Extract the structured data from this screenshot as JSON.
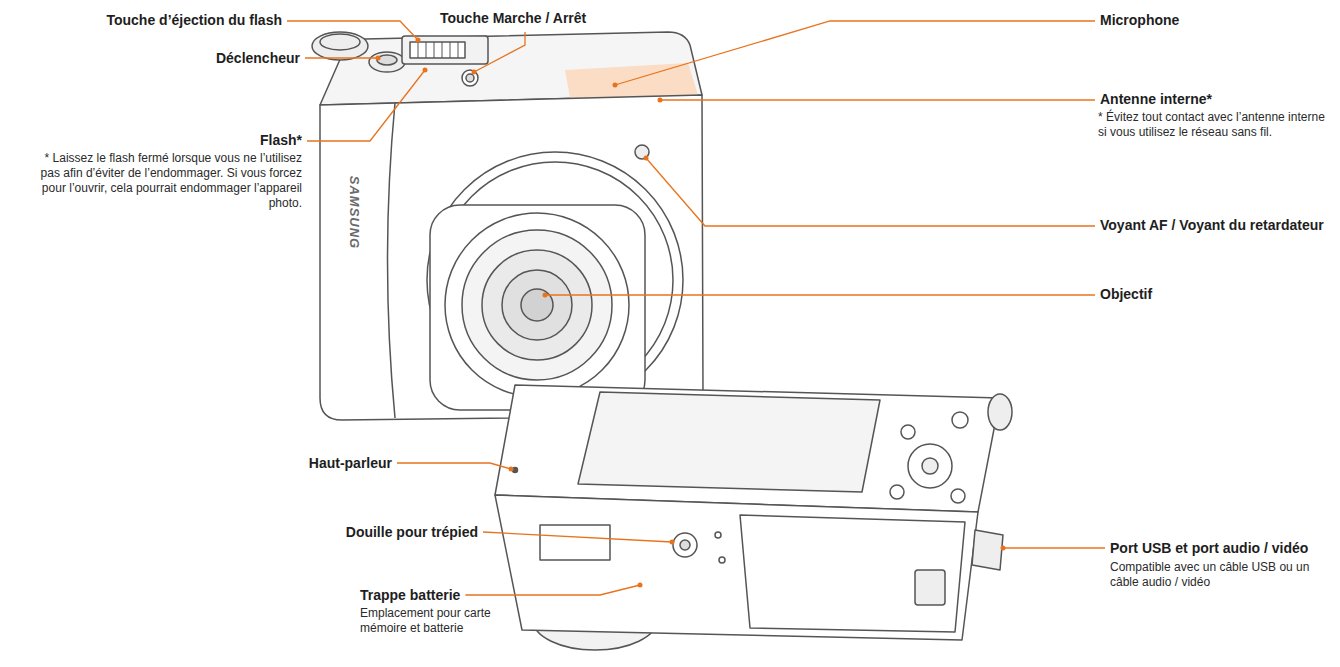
{
  "diagram": {
    "labels": [
      "Touche d’éjection du flash",
      "Touche Marche / Arrêt",
      "Microphone",
      "Déclencheur",
      "Antenne interne*",
      "* Évitez tout contact avec l’antenne interne si vous utilisez le réseau sans fil.",
      "Flash*",
      "* Laissez le flash fermé lorsque vous ne l’utilisez pas afin d’éviter de l’endommager. Si vous forcez pour l’ouvrir, cela pourrait endommager l’appareil photo.",
      "Voyant AF / Voyant du retardateur",
      "Objectif",
      "SAMSUNG",
      "Haut-parleur",
      "Port USB et port audio / vidéo",
      "Compatible avec un câble USB ou un câble audio / vidéo",
      "Douille pour trépied",
      "Trappe batterie",
      "Emplacement pour carte mémoire et batterie"
    ]
  }
}
